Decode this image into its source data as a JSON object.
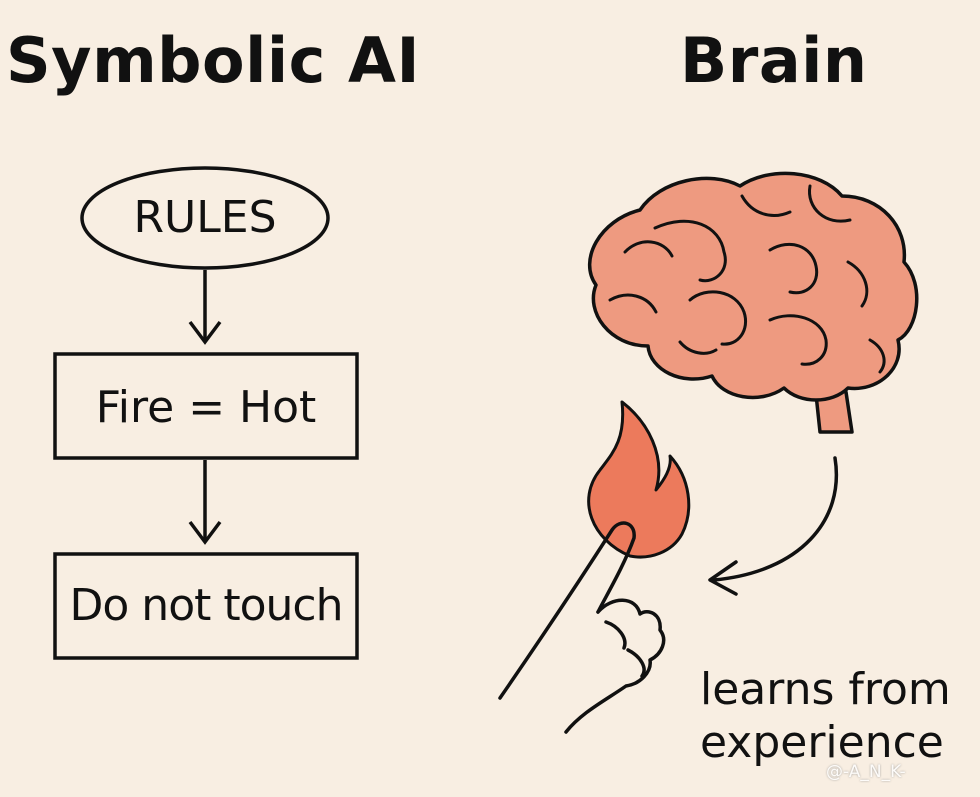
{
  "left_title": "Symbolic AI",
  "right_title": "Brain",
  "flow": {
    "rules": "RULES",
    "step1": "Fire = Hot",
    "step2": "Do not touch"
  },
  "caption": "learns from\nexperience",
  "watermark": "@-A_N_K-",
  "colors": {
    "background": "#f8eee2",
    "brain": "#ee9a80",
    "flame": "#ec7a5c",
    "stroke": "#111111"
  }
}
